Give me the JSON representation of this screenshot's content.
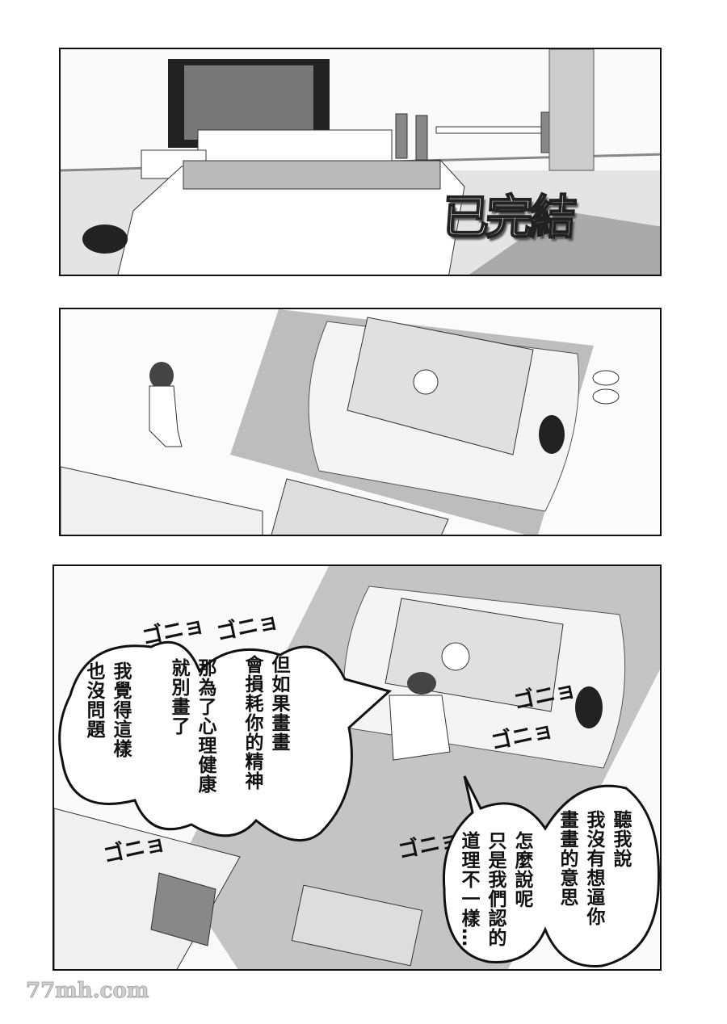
{
  "logo": {
    "text": "已完結"
  },
  "panel3": {
    "bubbles": [
      {
        "lines": [
          "但如果畫畫",
          "會損耗你的精神"
        ]
      },
      {
        "lines": [
          "那為了心理健康",
          "就別畫了"
        ]
      },
      {
        "lines": [
          "我覺得這樣",
          "也沒問題"
        ]
      },
      {
        "lines": [
          "聽我說",
          "我沒有想逼你",
          "畫畫的意思"
        ]
      },
      {
        "lines": [
          "怎麼說呢",
          "只是我們認的",
          "道理不一樣…"
        ]
      }
    ],
    "sfx": [
      "ゴニョ",
      "ゴニョ",
      "ゴニョ",
      "ゴニョ",
      "ゴニョ",
      "ゴニョ"
    ]
  },
  "watermark": "77mh.com"
}
